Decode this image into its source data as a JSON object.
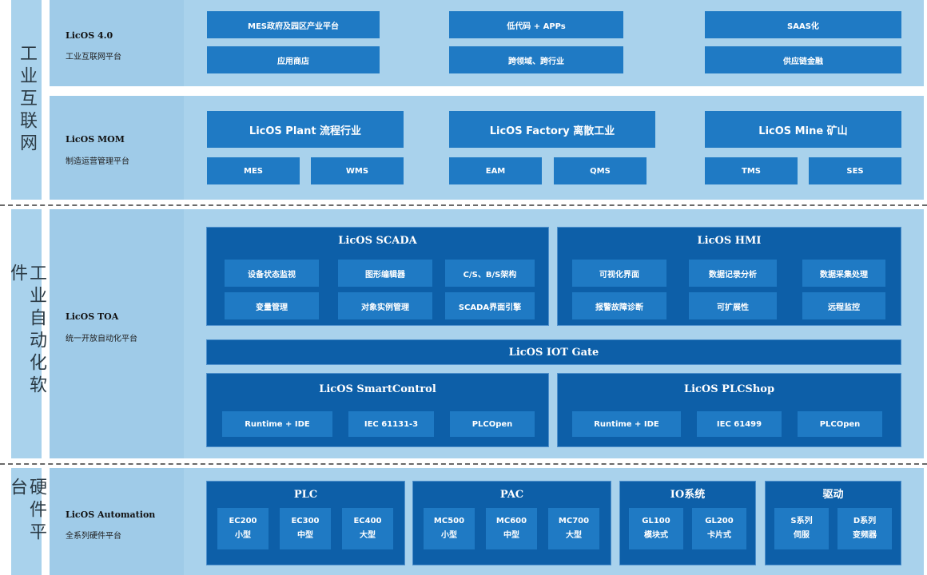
{
  "sidebar": {
    "internet": "工业互联网",
    "automation": "工业自动化软件",
    "hardware": "硬件平台"
  },
  "rows": {
    "r1": {
      "title": "LicOS 4.0",
      "subtitle": "工业互联网平台",
      "buttons": [
        "MES政府及园区产业平台",
        "低代码 + APPs",
        "SAAS化",
        "应用商店",
        "跨领域、跨行业",
        "供应链金融"
      ]
    },
    "r2": {
      "title": "LicOS MOM",
      "subtitle": "制造运营管理平台",
      "headers": [
        "LicOS Plant 流程行业",
        "LicOS Factory 离散工业",
        "LicOS Mine 矿山"
      ],
      "buttons": [
        "MES",
        "WMS",
        "EAM",
        "QMS",
        "TMS",
        "SES"
      ]
    },
    "r3": {
      "title": "LicOS TOA",
      "subtitle": "统一开放自动化平台",
      "scada": {
        "title": "LicOS SCADA",
        "items": [
          "设备状态监视",
          "图形编辑器",
          "C/S、B/S架构",
          "变量管理",
          "对象实例管理",
          "SCADA界面引擎"
        ]
      },
      "hmi": {
        "title": "LicOS HMI",
        "items": [
          "可视化界面",
          "数据记录分析",
          "数据采集处理",
          "报警故障诊断",
          "可扩展性",
          "远程监控"
        ]
      },
      "iot": "LicOS IOT Gate",
      "smartcontrol": {
        "title": "LicOS SmartControl",
        "items": [
          "Runtime + IDE",
          "IEC 61131-3",
          "PLCOpen"
        ]
      },
      "plcshop": {
        "title": "LicOS PLCShop",
        "items": [
          "Runtime + IDE",
          "IEC 61499",
          "PLCOpen"
        ]
      }
    },
    "r4": {
      "title": "LicOS Automation",
      "subtitle": "全系列硬件平台",
      "plc": {
        "title": "PLC",
        "items": [
          [
            "EC200",
            "小型"
          ],
          [
            "EC300",
            "中型"
          ],
          [
            "EC400",
            "大型"
          ]
        ]
      },
      "pac": {
        "title": "PAC",
        "items": [
          [
            "MC500",
            "小型"
          ],
          [
            "MC600",
            "中型"
          ],
          [
            "MC700",
            "大型"
          ]
        ]
      },
      "io": {
        "title": "IO系统",
        "items": [
          [
            "GL100",
            "模块式"
          ],
          [
            "GL200",
            "卡片式"
          ]
        ]
      },
      "drive": {
        "title": "驱动",
        "items": [
          [
            "S系列",
            "伺服"
          ],
          [
            "D系列",
            "变频器"
          ]
        ]
      }
    }
  },
  "colors": {
    "sidebar": "#a9d2ec",
    "button": "#1f7ac4",
    "panel": "#0d5fa8",
    "row_bg": "#a9d2ec"
  }
}
